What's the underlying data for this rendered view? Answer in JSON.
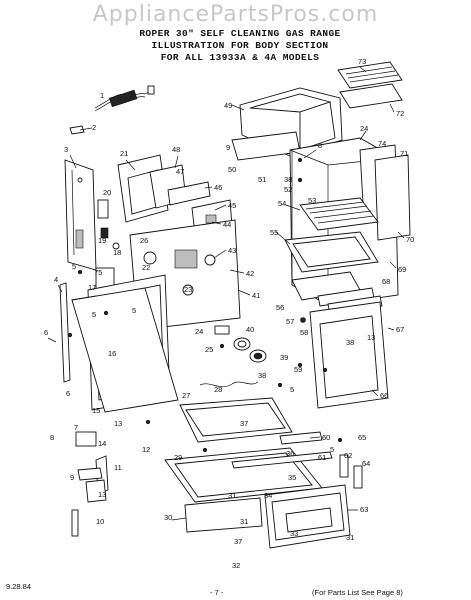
{
  "watermark": "AppliancePartsPros.com",
  "header": {
    "line1": "ROPER 30\" SELF CLEANING GAS RANGE",
    "line2": "ILLUSTRATION FOR BODY SECTION",
    "line3": "FOR ALL 13933A & 4A MODELS"
  },
  "footer": {
    "date": "9.28.84",
    "page": "- 7 -",
    "note": "(For Parts List See Page 8)"
  },
  "callouts": {
    "c1": "1",
    "c2": "2",
    "c3": "3",
    "c4": "4",
    "c5a": "5",
    "c5b": "5",
    "c5c": "5",
    "c5d": "5",
    "c5e": "5",
    "c6a": "6",
    "c6b": "6",
    "c7": "7",
    "c8": "8",
    "c9": "9",
    "c10": "10",
    "c11": "11",
    "c12": "12",
    "c13a": "13",
    "c13b": "13",
    "c14": "14",
    "c15": "15",
    "c16": "16",
    "c17": "17",
    "c18": "18",
    "c19": "19",
    "c20": "20",
    "c21": "21",
    "c22": "22",
    "c23": "23",
    "c24a": "24",
    "c24b": "24",
    "c25": "25",
    "c26": "26",
    "c27": "27",
    "c29": "29",
    "c30": "30",
    "c31a": "31",
    "c31b": "31",
    "c31c": "31",
    "c32": "32",
    "c33": "33",
    "c34": "34",
    "c35": "35",
    "c36": "36",
    "c37a": "37",
    "c37b": "37",
    "c38a": "38",
    "c38b": "38",
    "c38c": "38",
    "c39": "39",
    "c40": "40",
    "c41": "41",
    "c42": "42",
    "c43": "43",
    "c44": "44",
    "c45": "45",
    "c46": "46",
    "c47": "47",
    "c48a": "48",
    "c48b": "48",
    "c49": "49",
    "c50": "50",
    "c51": "51",
    "c52": "52",
    "c53": "53",
    "c54": "54",
    "c55": "55",
    "c56": "56",
    "c57": "57",
    "c58": "58",
    "c59": "59",
    "c60": "60",
    "c61": "61",
    "c62": "62",
    "c63": "63",
    "c64": "64",
    "c65": "65",
    "c66": "66",
    "c67": "67",
    "c68": "68",
    "c69": "69",
    "c70": "70",
    "c71": "71",
    "c72": "72",
    "c73": "73",
    "c74": "74",
    "c75": "75",
    "c28": "28"
  }
}
